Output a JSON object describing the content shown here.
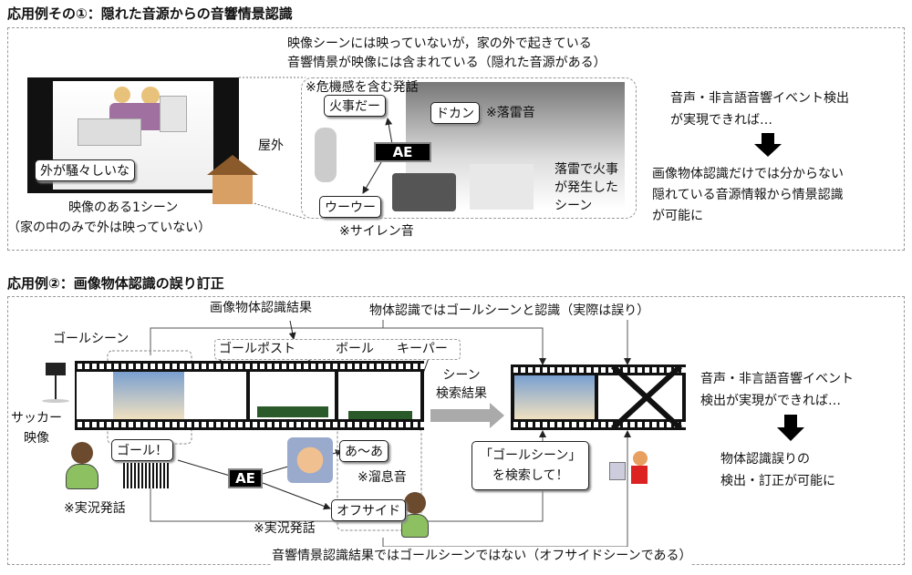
{
  "section1": {
    "title": "応用例その①：隠れた音源からの音響情景認識",
    "header_line1": "映像シーンには映っていないが，家の外で起きている",
    "header_line2": "音響情景が映像には含まれている（隠れた音源がある）",
    "scene_bubble": "外が騒々しいな",
    "scene_caption1": "映像のある1シーン",
    "scene_caption2": "（家の中のみで外は映っていない）",
    "outdoor_label": "屋外",
    "note_speech": "※危機感を含む発話",
    "bubble_fire": "火事だー",
    "bubble_thunder": "ドカン",
    "note_thunder": "※落雷音",
    "ae": "AE",
    "bubble_siren": "ウーウー",
    "note_siren": "※サイレン音",
    "scene_desc": [
      "落雷で火事",
      "が発生した",
      "シーン"
    ],
    "right_top": [
      "音声・非言語音響イベント検出",
      "が実現できれば…"
    ],
    "right_bottom": [
      "画像物体認識だけでは分からない",
      "隠れている音源情報から情景認識",
      "が可能に"
    ]
  },
  "section2": {
    "title": "応用例②：画像物体認識の誤り訂正",
    "label_result": "画像物体認識結果",
    "label_wrong": "物体認識ではゴールシーンと認識（実際は誤り）",
    "goal_scene": "ゴールシーン",
    "objects": [
      "ゴールポスト",
      "ボール",
      "キーパー"
    ],
    "soccer_video": [
      "サッカー",
      "映像"
    ],
    "search_result": [
      "シーン",
      "検索結果"
    ],
    "bubble_goal": "ゴール！",
    "ae": "AE",
    "bubble_sigh": "あ〜あ",
    "note_sigh": "※溜息音",
    "search_request": [
      "「ゴールシーン」",
      "を検索して！"
    ],
    "note_comment1": "※実況発話",
    "note_comment2": "※実況発話",
    "bubble_offside": "オフサイド",
    "bottom_text": "音響情景認識結果ではゴールシーンではない（オフサイドシーンである）",
    "right_top": [
      "音声・非言語音響イベント",
      "検出が実現ができれば…"
    ],
    "right_bottom": [
      "物体認識誤りの",
      "検出・訂正が可能に"
    ]
  }
}
